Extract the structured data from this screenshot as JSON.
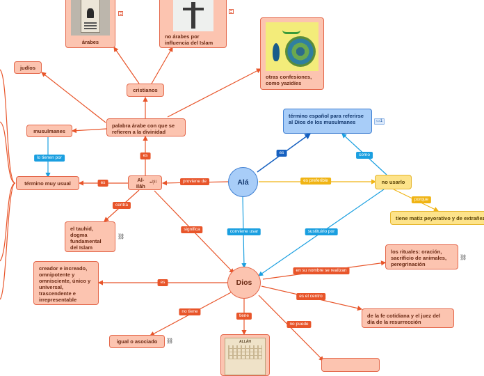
{
  "nodes": {
    "ala": "Alá",
    "dios": "Dios",
    "al_ilah": "Al-Ilâh",
    "al_ilah_arabic": "الإله",
    "palabra_arabe": "palabra árabe con que se refieren a la divinidad",
    "termino_espanol": "término español para referirse al Dios de los musulmanes",
    "no_usarlo": "no usarlo",
    "tiene_matiz": "tiene matiz peyorativo y de extrañeza",
    "termino_usual": "término muy usual",
    "musulmanes": "musulmanes",
    "judios": "judíos",
    "cristianos": "cristianos",
    "arabes": "árabes",
    "no_arabes": "no árabes por influencia del Islam",
    "otras_confesiones": "otras confesiones, como yazidíes",
    "tauhid": "el tauhid, dogma fundamental del Islam",
    "creador": "creador e increado, omnipotente y omnisciente, único y universal, trascendente e irrepresentable",
    "igual": "igual o asociado",
    "rituales": "los rituales: oración, sacrificio de animales, peregrinación",
    "vida": "de la fe cotidiana y el juez del día de la resurrección",
    "allah_card": "ALLÁH"
  },
  "labels": {
    "es_blue": "es",
    "como": "como",
    "es_preferible": "es preferible",
    "porque": "porque",
    "proviene_de": "proviene de",
    "es_top": "es",
    "es_left": "es",
    "lo_tienen_por": "lo tienen por",
    "centra": "centra",
    "significa": "significa",
    "conviene_usar": "conviene usar",
    "sustituirlo_por": "sustituirlo por",
    "en_su_nombre": "en su nombre se realizan",
    "es_el_centro": "es el centro",
    "no_puede": "no puede",
    "tiene": "tiene",
    "no_tiene": "no tiene",
    "es_dios": "es"
  },
  "comment_count": "1",
  "colors": {
    "orange_line": "#e8552a",
    "blue_line": "#1a9fe0",
    "dark_blue_line": "#1560c0",
    "yellow_line": "#f0b414"
  }
}
